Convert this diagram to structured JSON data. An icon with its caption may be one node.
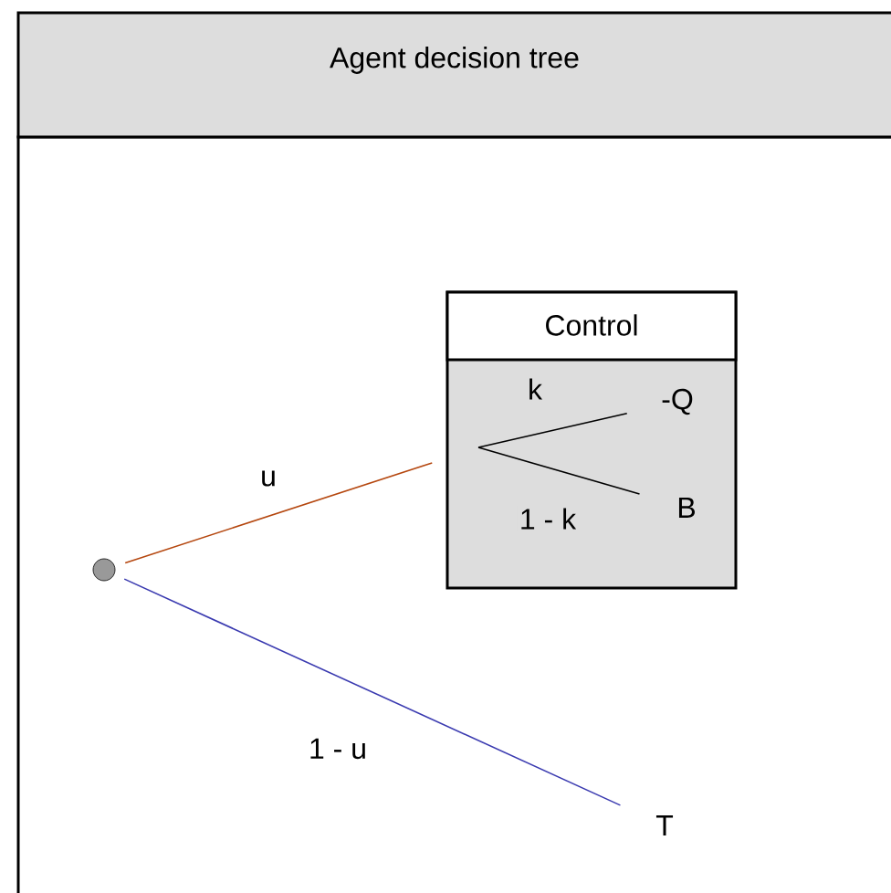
{
  "diagram": {
    "title": "Agent decision tree",
    "nodes": [
      {
        "text": [],
        "shape": "circle"
      },
      {
        "text": [
          "Control"
        ]
      },
      {
        "text": [
          "-Q"
        ],
        "in": 1
      },
      {
        "text": [
          "B"
        ],
        "in": 1
      },
      {
        "text": [
          "T"
        ]
      }
    ],
    "edges": [
      {
        "from": 0,
        "to": 1,
        "arrow": "none",
        "label": "u",
        "color": "#b5470f"
      },
      {
        "from": null,
        "to": 2,
        "arrow": "none",
        "label": "k"
      },
      {
        "from": null,
        "to": 3,
        "arrow": "none",
        "label": "1 - k"
      },
      {
        "from": 0,
        "to": 4,
        "arrow": "none",
        "label": "1 - u",
        "color": "#3a3ab0"
      }
    ]
  }
}
